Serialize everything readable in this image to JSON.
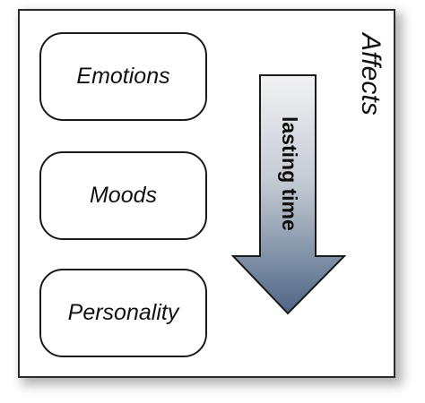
{
  "diagram": {
    "group_label": "Affects",
    "items": [
      {
        "label": "Emotions"
      },
      {
        "label": "Moods"
      },
      {
        "label": "Personality"
      }
    ],
    "arrow": {
      "label": "lasting time",
      "direction": "down"
    }
  },
  "colors": {
    "arrow_top": "#f2f2f4",
    "arrow_bottom": "#4d6585",
    "outline": "#1a1a1a"
  }
}
